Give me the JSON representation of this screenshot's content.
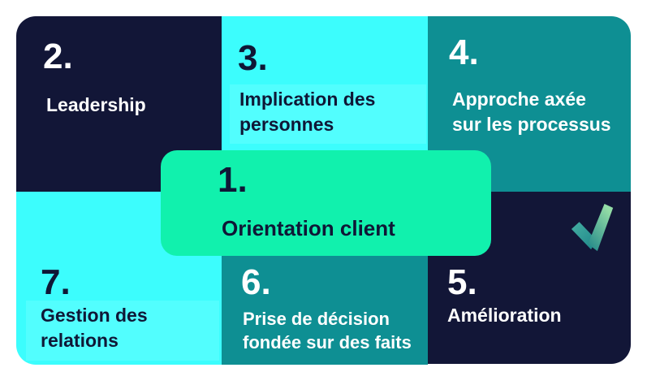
{
  "palette": {
    "background": "#ffffff",
    "navy": "#121637",
    "cyan": "#3CFDFD",
    "cyan_highlight": "#52FEFE",
    "teal": "#0E8F93",
    "green": "#11F1AD",
    "text_dark": "#0F1736",
    "text_light": "#ffffff",
    "check_teal": "#1D8588",
    "check_light_green": "#93DCA6"
  },
  "principles": {
    "p1": {
      "number": "1.",
      "label": "Orientation client"
    },
    "p2": {
      "number": "2.",
      "label": "Leadership"
    },
    "p3": {
      "number": "3.",
      "label": "Implication des\npersonnes"
    },
    "p4": {
      "number": "4.",
      "label": "Approche axée\nsur les processus"
    },
    "p5": {
      "number": "5.",
      "label": "Amélioration"
    },
    "p6": {
      "number": "6.",
      "label": "Prise de décision\nfondée sur des faits"
    },
    "p7": {
      "number": "7.",
      "label": "Gestion des\nrelations"
    }
  },
  "icons": {
    "check": "checkmark-icon"
  }
}
